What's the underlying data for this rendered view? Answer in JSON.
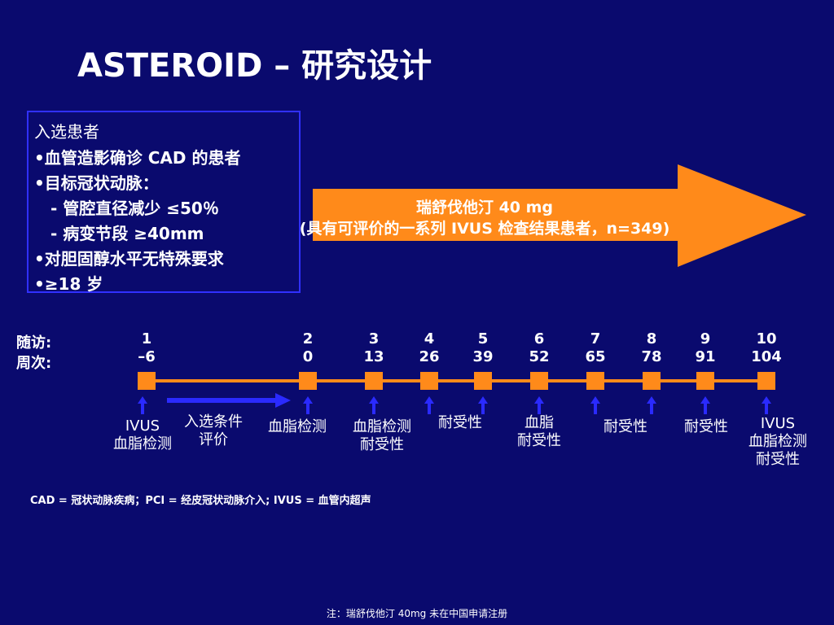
{
  "title": "ASTEROID – 研究设计",
  "criteria": {
    "heading": "入选患者",
    "lines": [
      "•血管造影确诊 CAD 的患者",
      "•目标冠状动脉：",
      "  - 管腔直径减少 ≤50％",
      "  - 病变节段 ≥40mm",
      "•对胆固醇水平无特殊要求",
      "•≥18 岁"
    ]
  },
  "treatment_arrow": {
    "line1": "瑞舒伐他汀 40 mg",
    "line2": "(具有可评价的一系列 IVUS 检查结果患者，n=349)",
    "color": "#ff8a1a"
  },
  "timeline": {
    "visit_label": "随访:",
    "week_label": "周次:",
    "visits": [
      {
        "visit": "1",
        "week": "–6"
      },
      {
        "visit": "2",
        "week": "0"
      },
      {
        "visit": "3",
        "week": "13"
      },
      {
        "visit": "4",
        "week": "26"
      },
      {
        "visit": "5",
        "week": "39"
      },
      {
        "visit": "6",
        "week": "52"
      },
      {
        "visit": "7",
        "week": "65"
      },
      {
        "visit": "8",
        "week": "78"
      },
      {
        "visit": "9",
        "week": "91"
      },
      {
        "visit": "10",
        "week": "104"
      }
    ],
    "line_color": "#ff8a1a",
    "arrow_color": "#2a2aff"
  },
  "assessments": {
    "a1": [
      "IVUS",
      "血脂检测"
    ],
    "a_screen": [
      "入选条件",
      "评价"
    ],
    "a2": [
      "血脂检测"
    ],
    "a3": [
      "血脂检测",
      "耐受性"
    ],
    "a4": [
      "耐受性"
    ],
    "a6": [
      "血脂",
      "耐受性"
    ],
    "a7": [
      "耐受性"
    ],
    "a9": [
      "耐受性"
    ],
    "a10": [
      "IVUS",
      "血脂检测",
      "耐受性"
    ]
  },
  "footnote": "CAD = 冠状动脉疾病；PCI = 经皮冠状动脉介入; IVUS = 血管内超声",
  "bottom_note": "注：瑞舒伐他汀 40mg 未在中国申请注册"
}
